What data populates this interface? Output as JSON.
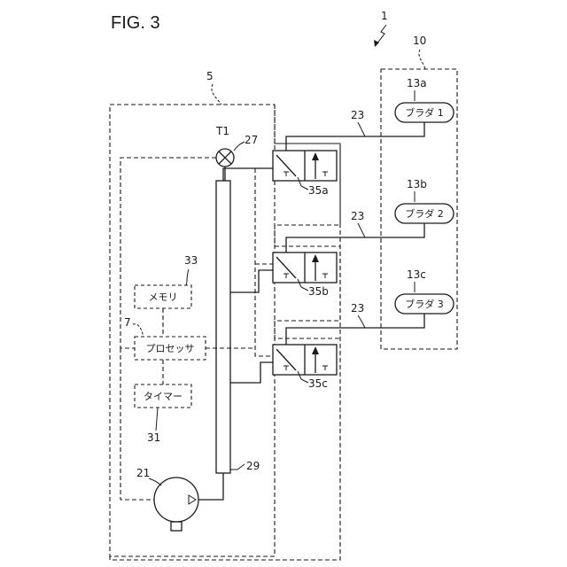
{
  "figure_title": "FIG. 3",
  "labels": {
    "system": "1",
    "controller_box": "5",
    "processor_ref": "7",
    "bladder_box": "10",
    "bladder_1_ref": "13a",
    "bladder_2_ref": "13b",
    "bladder_3_ref": "13c",
    "pump_ref": "21",
    "tube_1_ref": "23",
    "tube_2_ref": "23",
    "tube_3_ref": "23",
    "sensor_ref": "27",
    "sensor_name": "T1",
    "manifold_ref": "29",
    "timer_ref": "31",
    "memory_ref": "33",
    "valve_a_ref": "35a",
    "valve_b_ref": "35b",
    "valve_c_ref": "35c"
  },
  "blocks": {
    "memory": "メモリ",
    "processor": "プロセッサ",
    "timer": "タイマー",
    "bladder_1": "ブラダ 1",
    "bladder_2": "ブラダ 2",
    "bladder_3": "ブラダ 3"
  }
}
